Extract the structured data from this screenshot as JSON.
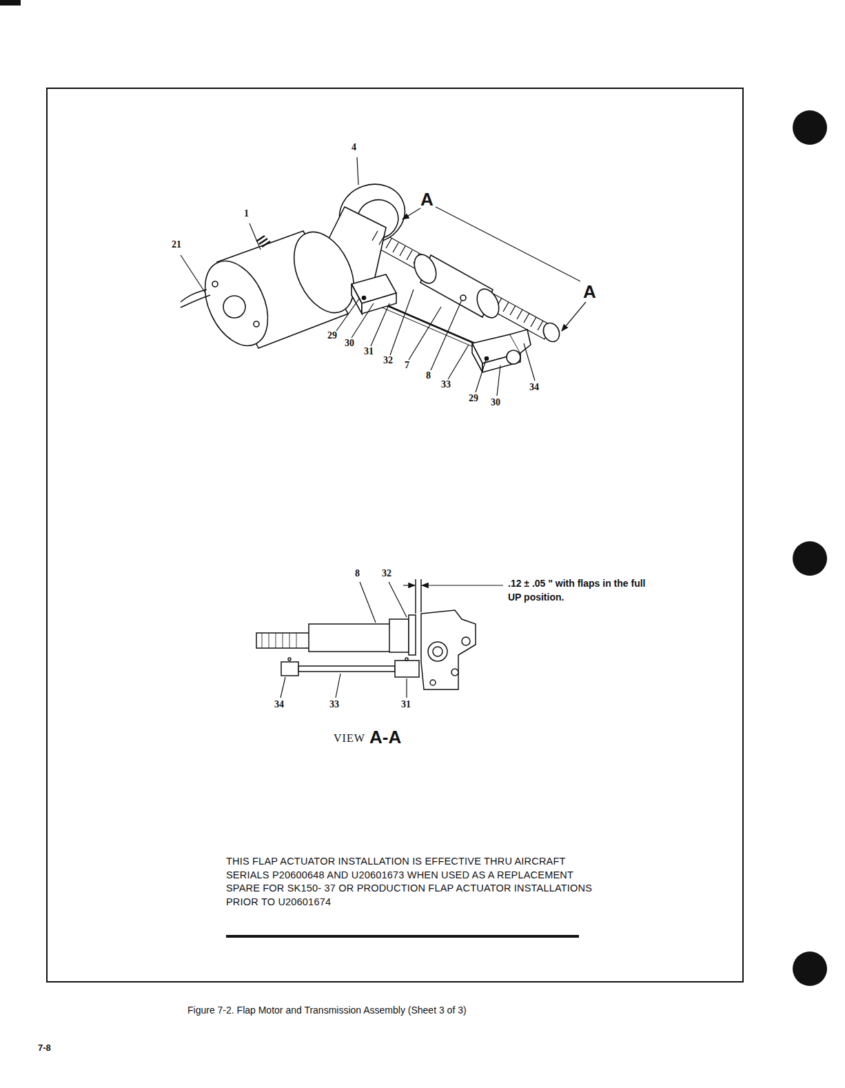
{
  "diagram": {
    "caption": "Figure 7-2. Flap Motor and Transmission Assembly (Sheet 3 of 3)",
    "labels": [
      "4",
      "1",
      "21",
      "A",
      "A",
      "29",
      "30",
      "31",
      "32",
      "7",
      "8",
      "33",
      "29",
      "30",
      "34",
      "8",
      "32",
      ".12 ± .05 \" with flaps in the full UP position.",
      "34",
      "33",
      "31",
      "VIEW",
      "A-A",
      "THIS FLAP ACTUATOR INSTALLATION IS EFFECTIVE THRU AIRCRAFT SERIALS P20600648 AND U20601673 WHEN USED AS A REPLACEMENT SPARE FOR SK150- 37 OR PRODUCTION FLAP ACTUATOR INSTALLATIONS PRIOR TO U20601674",
      "7-8"
    ]
  }
}
